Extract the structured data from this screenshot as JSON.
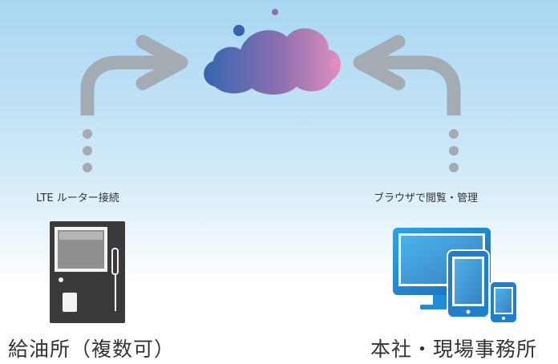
{
  "left": {
    "connection_label": "LTE ルーター接続",
    "site_label": "給油所（複数可）",
    "device_icon": "fuel-dispenser-icon"
  },
  "right": {
    "connection_label": "ブラウザで閲覧・管理",
    "site_label": "本社・現場事務所",
    "device_icon": "desktop-tablet-phone-icon"
  },
  "center": {
    "icon": "cloud-icon"
  },
  "colors": {
    "arrow": "#a3acb3",
    "cloud_start": "#3566b0",
    "cloud_end": "#e08fbd",
    "device_blue": "#1f8fd6",
    "dispenser": "#3a3a3a"
  }
}
